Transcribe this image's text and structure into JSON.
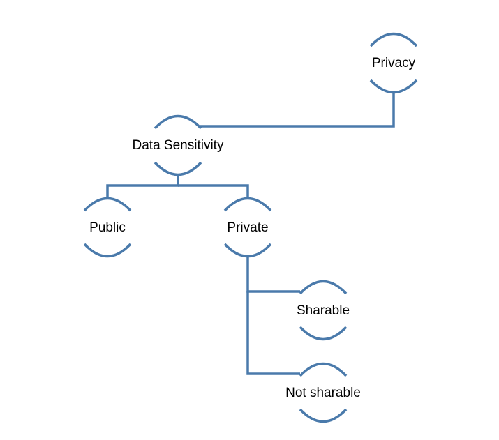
{
  "diagram": {
    "type": "hierarchy",
    "colors": {
      "line": "#4a7aab",
      "text": "#000000",
      "background": "#ffffff"
    },
    "nodes": [
      {
        "id": "privacy",
        "label": "Privacy"
      },
      {
        "id": "data_sensitivity",
        "label": "Data Sensitivity"
      },
      {
        "id": "public",
        "label": "Public"
      },
      {
        "id": "private",
        "label": "Private"
      },
      {
        "id": "sharable",
        "label": "Sharable"
      },
      {
        "id": "not_sharable",
        "label": "Not sharable"
      }
    ],
    "edges": [
      {
        "from": "privacy",
        "to": "data_sensitivity"
      },
      {
        "from": "data_sensitivity",
        "to": "public"
      },
      {
        "from": "data_sensitivity",
        "to": "private"
      },
      {
        "from": "private",
        "to": "sharable"
      },
      {
        "from": "private",
        "to": "not_sharable"
      }
    ]
  }
}
